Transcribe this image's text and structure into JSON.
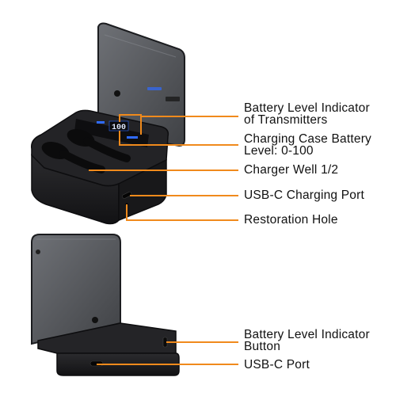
{
  "figure": {
    "colors": {
      "leader_line": "#f08a1c",
      "case_body": "#1c1c1e",
      "lid_tint": "#3a3d42",
      "led_display": "#2f6bff",
      "background": "#ffffff"
    }
  },
  "callouts_top": [
    {
      "id": "battery-indicator-transmitters",
      "text": "Battery Level Indicator\nof Transmitters"
    },
    {
      "id": "case-battery-level",
      "text": "Charging Case Battery\nLevel: 0-100"
    },
    {
      "id": "charger-well",
      "text": "Charger Well 1/2"
    },
    {
      "id": "usb-c-charging-port",
      "text": "USB-C Charging Port"
    },
    {
      "id": "restoration-hole",
      "text": "Restoration Hole"
    }
  ],
  "callouts_bottom": [
    {
      "id": "battery-indicator-button",
      "text": "Battery Level Indicator\nButton"
    },
    {
      "id": "usb-c-port",
      "text": "USB-C Port"
    }
  ],
  "display": {
    "digits": "100"
  }
}
